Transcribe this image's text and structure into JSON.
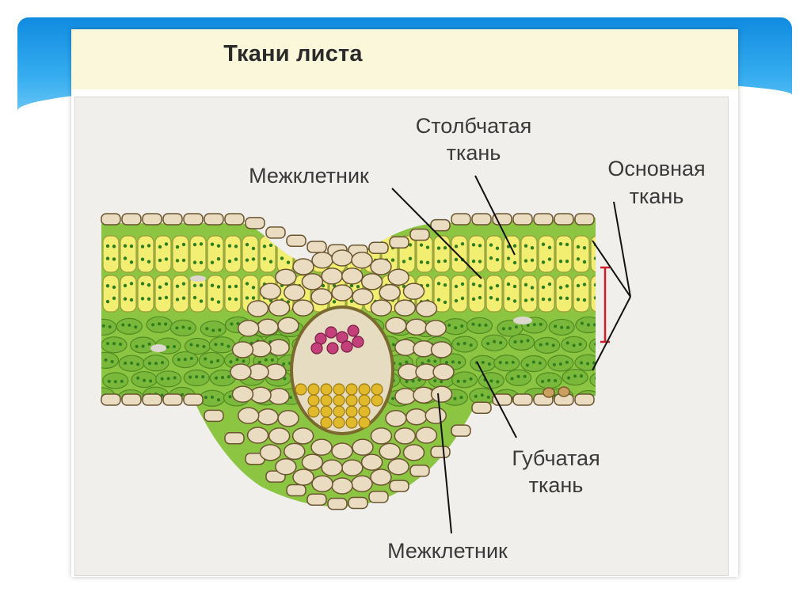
{
  "title": "Ткани листа",
  "labels": {
    "palisade_line1": "Столбчатая",
    "palisade_line2": "ткань",
    "intercellular_top": "Межклетник",
    "ground_line1": "Основная",
    "ground_line2": "ткань",
    "spongy_line1": "Губчатая",
    "spongy_line2": "ткань",
    "intercellular_bottom": "Межклетник"
  },
  "colors": {
    "slide_blue": "#1a93e3",
    "title_band": "#fbf7da",
    "epidermis": "#e9dcc0",
    "palisade": "#f1ee72",
    "spongy": "#8cc542",
    "chloroplast": "#2f7d1f",
    "xylem": "#c3407a",
    "phloem": "#e2b92a",
    "marker_red": "#d01f2a"
  }
}
